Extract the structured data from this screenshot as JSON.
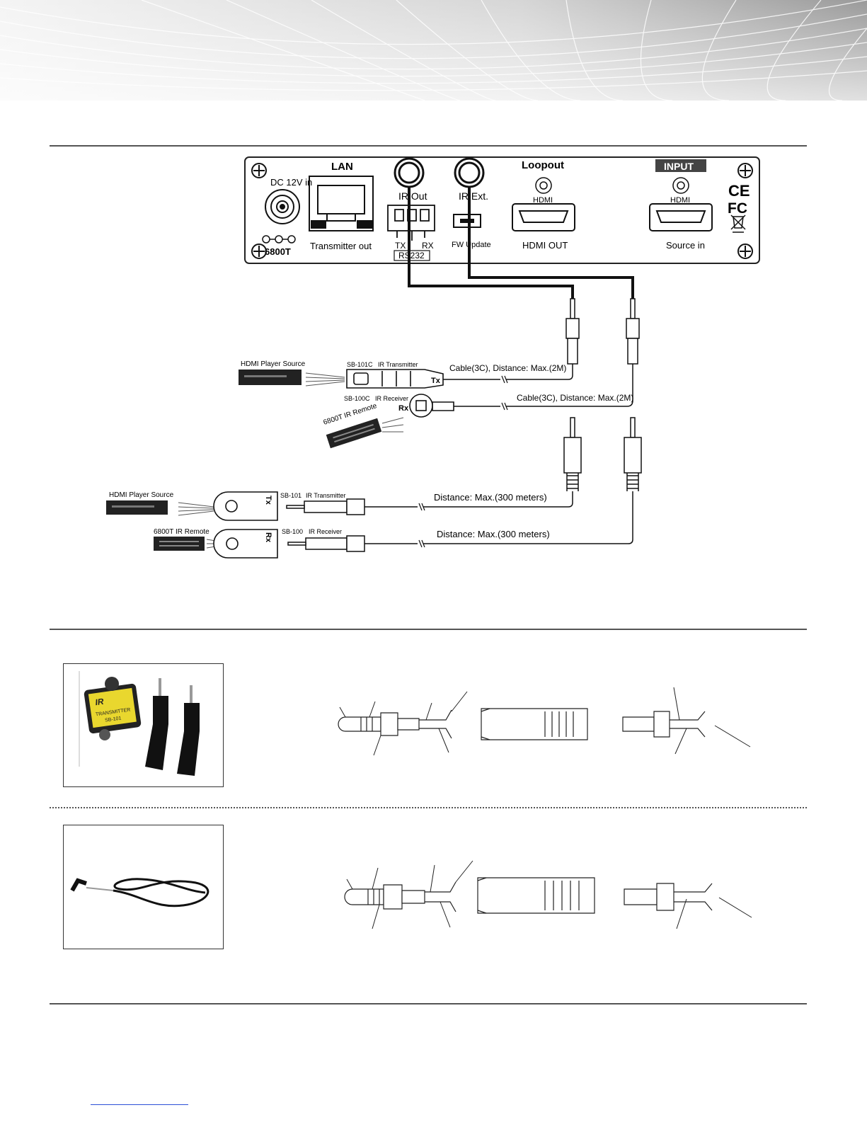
{
  "panel": {
    "dc_label": "DC 12V in",
    "model": "6800T",
    "lan": "LAN",
    "transmitter_out": "Transmitter out",
    "ir_out": "IR Out",
    "ir_ext": "IR Ext.",
    "tx": "TX",
    "rx": "RX",
    "rs232": "RS232",
    "fw_update": "FW Update",
    "loopout": "Loopout",
    "hdmi": "HDMI",
    "hdmi_out": "HDMI OUT",
    "input": "INPUT",
    "source_in": "Source in",
    "ce_mark": "CE",
    "fc_mark": "FC"
  },
  "short_range": {
    "player_source": "HDMI Player Source",
    "transmitter_model": "SB-101C",
    "transmitter_label": "IR Transmitter",
    "tx_mark": "Tx",
    "cable_tx": "Cable(3C), Distance: Max.(2M)",
    "receiver_model": "SB-100C",
    "receiver_label": "IR Receiver",
    "rx_mark": "Rx",
    "cable_rx": "Cable(3C), Distance: Max.(2M)",
    "remote": "6800T IR Remote"
  },
  "long_range": {
    "player_source": "HDMI Player Source",
    "transmitter_model": "SB-101",
    "transmitter_label": "IR Transmitter",
    "tx_mark": "Tx",
    "distance_tx": "Distance: Max.(300 meters)",
    "remote": "6800T IR Remote",
    "receiver_model": "SB-100",
    "receiver_label": "IR Receiver",
    "rx_mark": "Rx",
    "distance_rx": "Distance: Max.(300 meters)"
  },
  "photo1": {
    "ir": "IR",
    "line1": "TRANSMITTER",
    "model": "SB-101"
  }
}
